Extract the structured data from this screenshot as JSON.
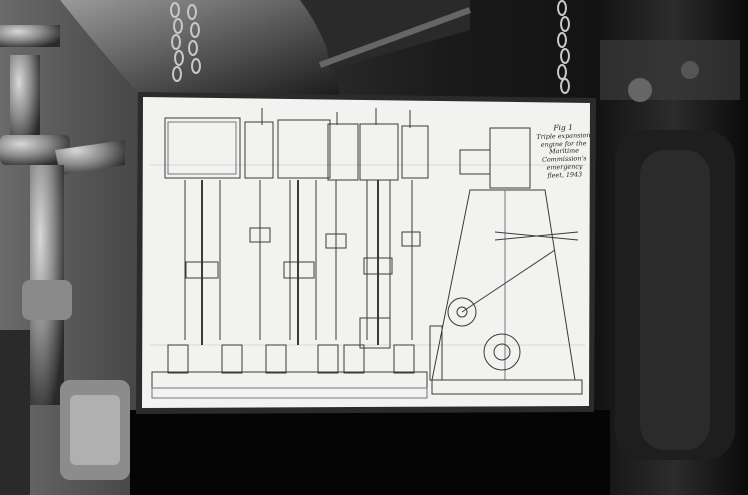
{
  "scene": {
    "description_icons": [
      "hanging-chain-icon",
      "steam-valve-icon",
      "engine-blueprint-icon"
    ]
  },
  "placard": {
    "figure_label": "Fig 1",
    "caption_lines": [
      "Triple expansion",
      "engine for the",
      "Maritime",
      "Commission's",
      "emergency",
      "fleet, 1943"
    ]
  }
}
